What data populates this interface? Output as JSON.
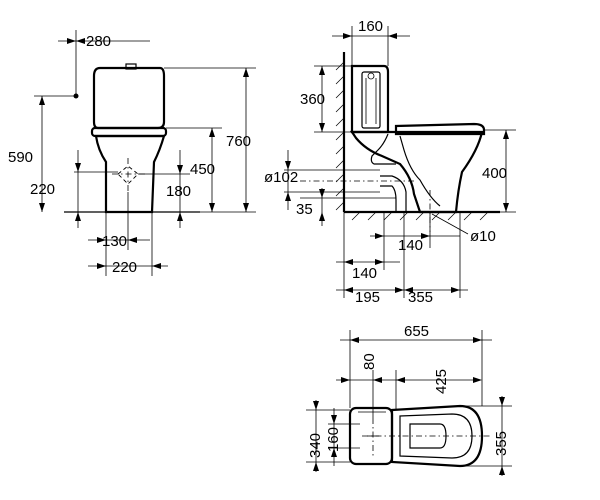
{
  "front_view": {
    "dim_tank_width": "280",
    "dim_inlet_height": "590",
    "dim_total_height": "760",
    "dim_seat_height": "450",
    "dim_outlet_left": "220",
    "dim_outlet_right": "180",
    "dim_base_width": "130",
    "dim_foot_width": "220"
  },
  "side_view": {
    "dim_tank_depth": "160",
    "dim_tank_height": "360",
    "dim_bowl_height": "400",
    "dim_outlet_diameter": "ø102",
    "dim_outlet_height": "35",
    "dim_bolt_diameter": "ø10",
    "dim_bolt_offset": "140",
    "dim_wall_offset": "140",
    "dim_wall_to_outlet": "195",
    "dim_outlet_to_bolt": "355"
  },
  "top_view": {
    "dim_total_length": "655",
    "dim_tank_offset": "80",
    "dim_bowl_length": "425",
    "dim_total_width": "340",
    "dim_tank_width": "160",
    "dim_bowl_width": "355"
  }
}
